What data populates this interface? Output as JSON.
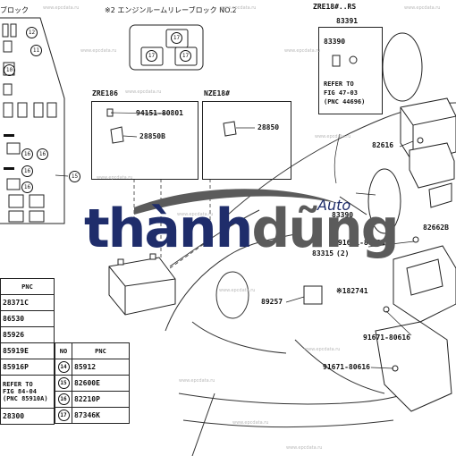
{
  "header": {
    "relay_block_title": "※2 エンジンルームリレーブロック NO.2",
    "left_block_title": "ブロック",
    "right_variant": "ZRE18#..RS"
  },
  "relay_block": {
    "fuses": [
      "17",
      "17",
      "17"
    ]
  },
  "fuse_block_numbers": [
    "12",
    "10",
    "11",
    "16",
    "16",
    "16",
    "16",
    "15"
  ],
  "variants": {
    "zre186": "ZRE186",
    "nze18": "NZE18#"
  },
  "parts": {
    "p94151": "94151-80801",
    "p28850b": "28850B",
    "p28850": "28850",
    "p83391": "83391",
    "p83390": "83390",
    "p82616": "82616",
    "p83390b": "83390",
    "p82662b": "82662B",
    "p91671a": "91671-80616",
    "p83315": "83315",
    "p83315_qty": "(2)",
    "p182741": "※182741",
    "p89257": "89257",
    "p91671b": "91671-80616",
    "p91671c": "91671-80616"
  },
  "refer_box": {
    "line1": "REFER TO",
    "line2": "FIG 47-03",
    "line3": "(PNC 44696)"
  },
  "tables": {
    "pnc_header": "PNC",
    "left_rows": [
      "28371C",
      "86530",
      "85926",
      "85919E",
      "85916P",
      "REFER TO",
      "FIG 84-04",
      "(PNC 85910A)",
      "28300"
    ],
    "right_header_no": "NO",
    "right_header_pnc": "PNC",
    "right_rows": [
      {
        "no": "14",
        "pnc": "85912"
      },
      {
        "no": "15",
        "pnc": "82600E"
      },
      {
        "no": "16",
        "pnc": "82210P"
      },
      {
        "no": "17",
        "pnc": "87346K"
      }
    ]
  },
  "logo": {
    "brand_part1": "thành",
    "brand_part2": "dũng",
    "tag": "Auto"
  },
  "watermark": "www.epcdata.ru"
}
